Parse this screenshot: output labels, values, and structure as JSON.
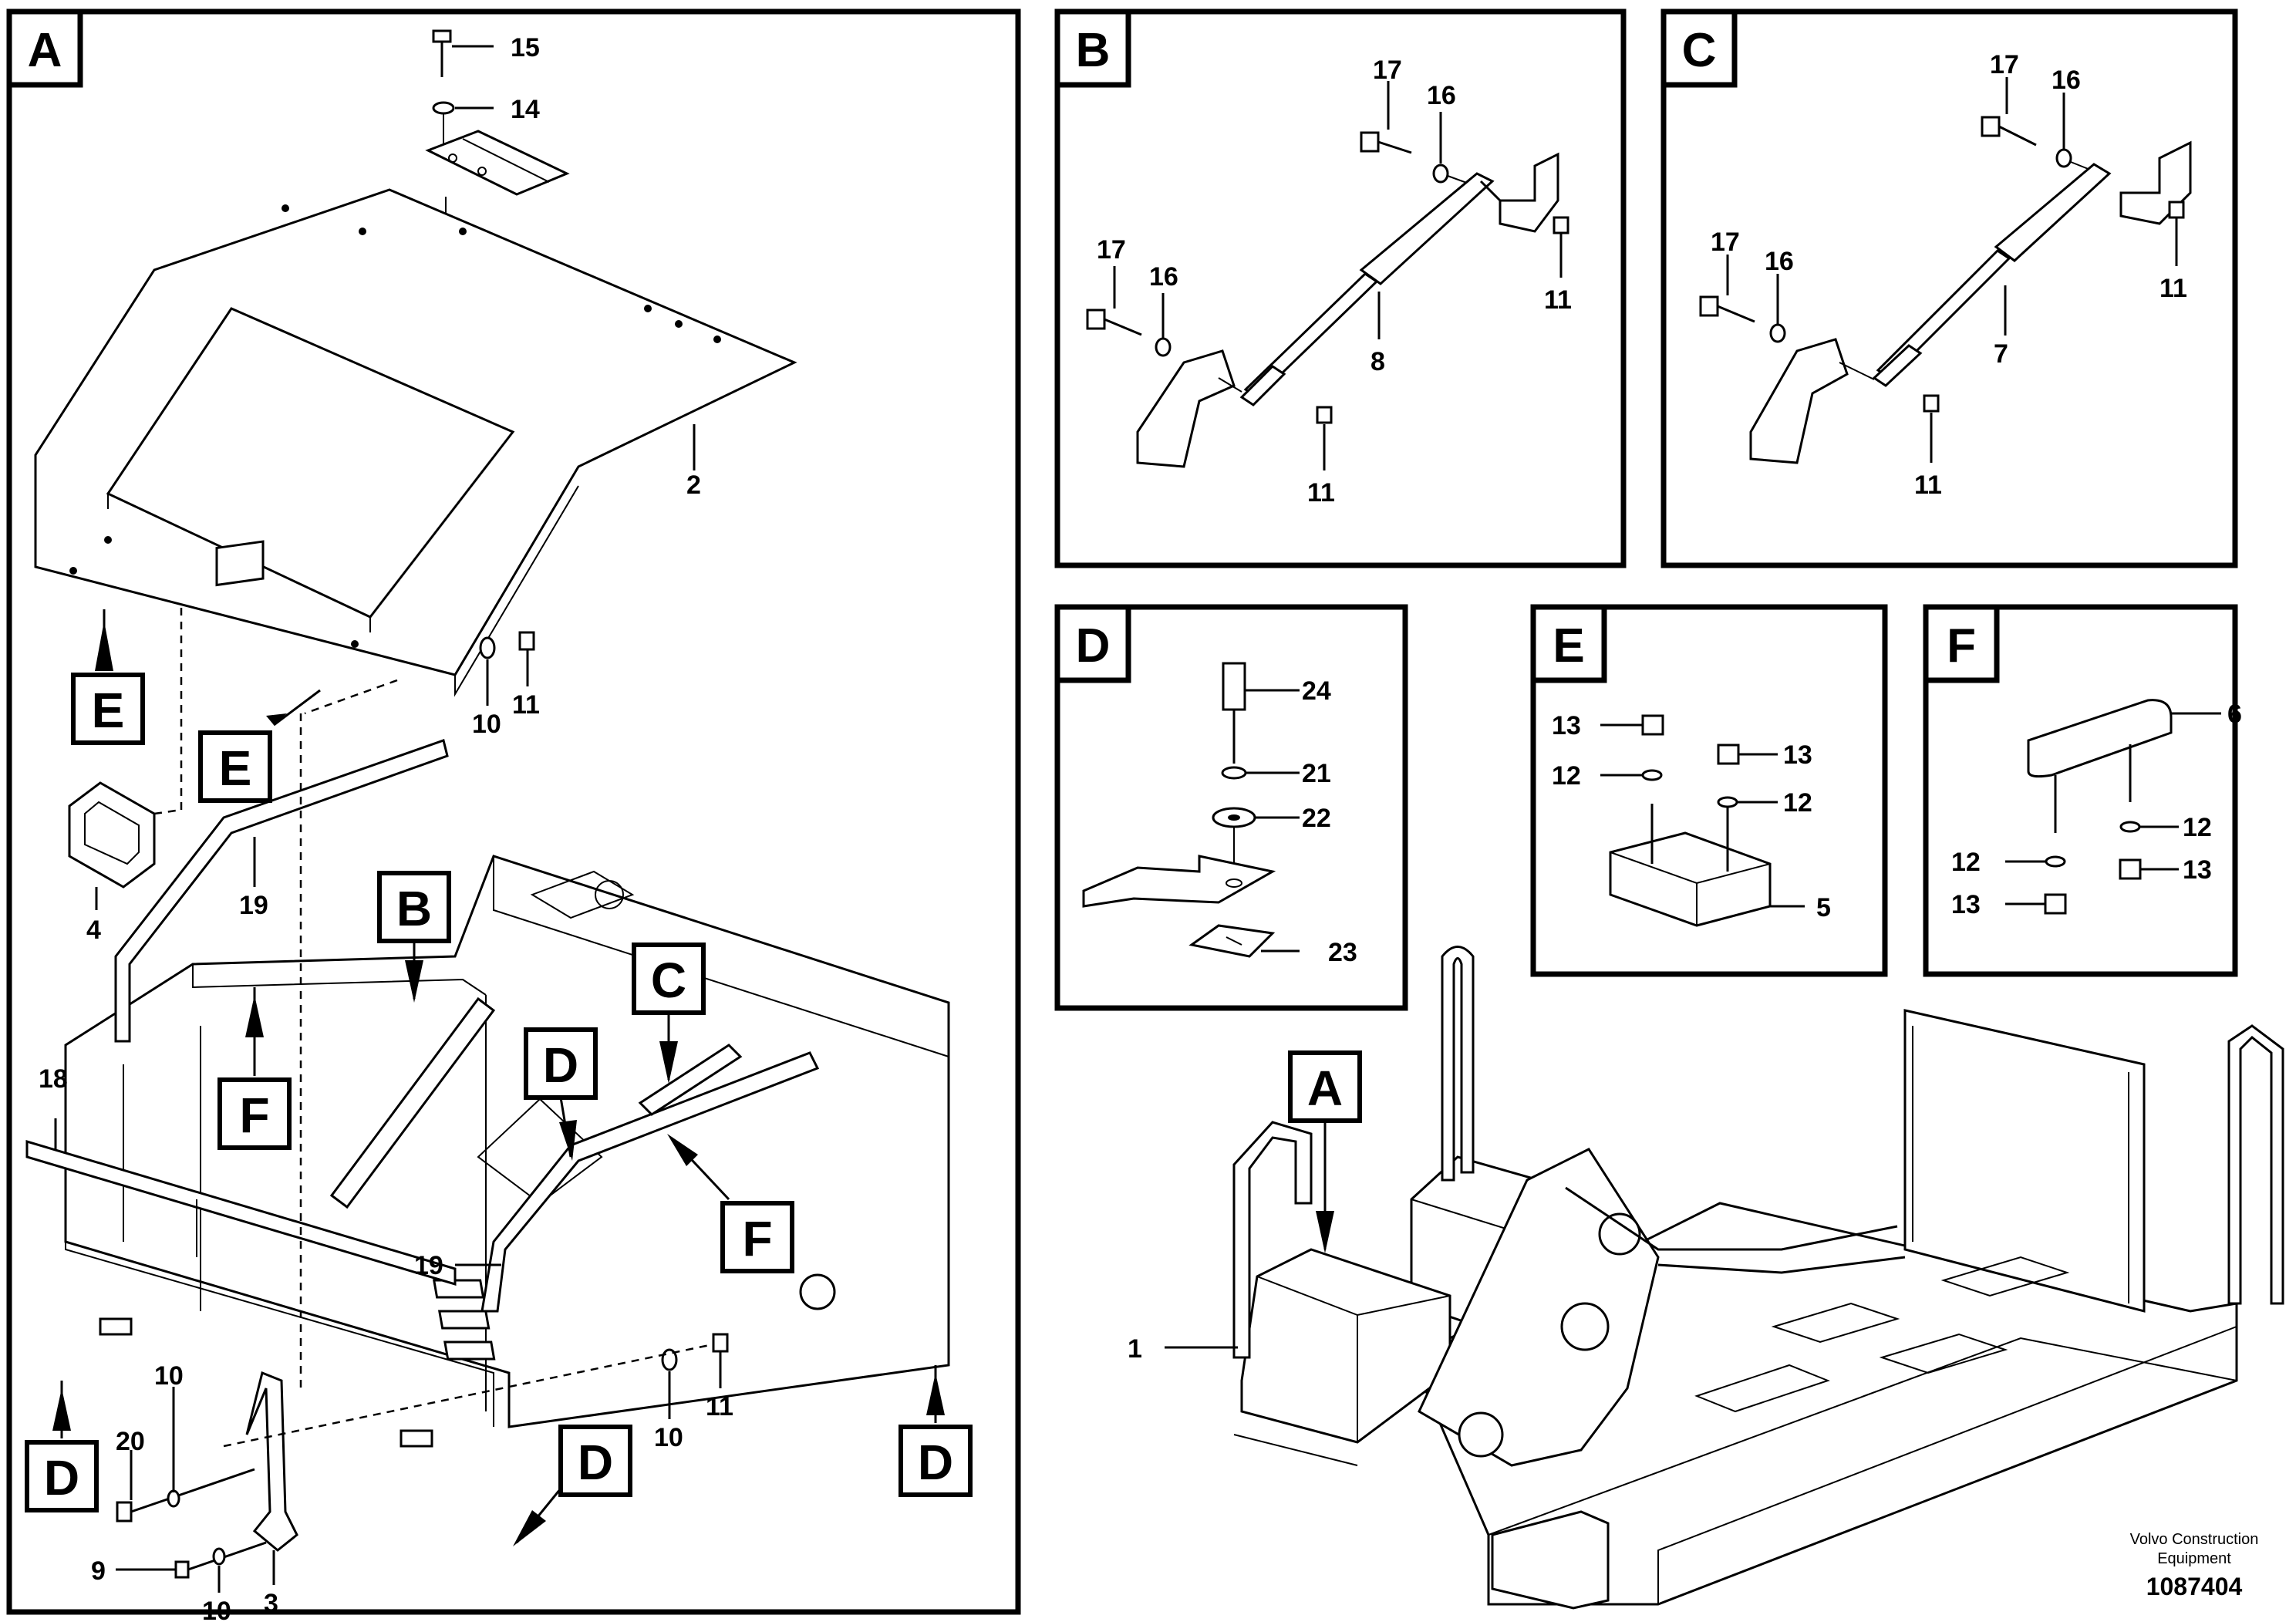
{
  "panels": [
    {
      "id": "A",
      "label": "A"
    },
    {
      "id": "B",
      "label": "B"
    },
    {
      "id": "C",
      "label": "C"
    },
    {
      "id": "D",
      "label": "D"
    },
    {
      "id": "E",
      "label": "E"
    },
    {
      "id": "F",
      "label": "F"
    }
  ],
  "view_tags": {
    "E1": "E",
    "E2": "E",
    "F1": "F",
    "B1": "B",
    "C1": "C",
    "D1": "D",
    "F2": "F",
    "D2": "D",
    "D3": "D",
    "D4": "D",
    "A1": "A"
  },
  "callouts": {
    "a_15": "15",
    "a_14": "14",
    "a_2": "2",
    "a_10a": "10",
    "a_11a": "11",
    "a_4": "4",
    "a_19a": "19",
    "a_18": "18",
    "a_19b": "19",
    "a_10b": "10",
    "a_20": "20",
    "a_10c": "10",
    "a_11b": "11",
    "a_9": "9",
    "a_10d": "10",
    "a_3": "3",
    "b_17a": "17",
    "b_16a": "16",
    "b_17b": "17",
    "b_16b": "16",
    "b_11a": "11",
    "b_8": "8",
    "b_11b": "11",
    "c_17a": "17",
    "c_16a": "16",
    "c_17b": "17",
    "c_16b": "16",
    "c_11a": "11",
    "c_7": "7",
    "c_11b": "11",
    "d_24": "24",
    "d_21": "21",
    "d_22": "22",
    "d_23": "23",
    "e_13a": "13",
    "e_12a": "12",
    "e_13b": "13",
    "e_12b": "12",
    "e_5": "5",
    "f_6": "6",
    "f_12a": "12",
    "f_12b": "12",
    "f_13a": "13",
    "f_13b": "13",
    "o_1": "1"
  },
  "credit": {
    "line1": "Volvo Construction",
    "line2": "Equipment",
    "doc_number": "1087404"
  }
}
